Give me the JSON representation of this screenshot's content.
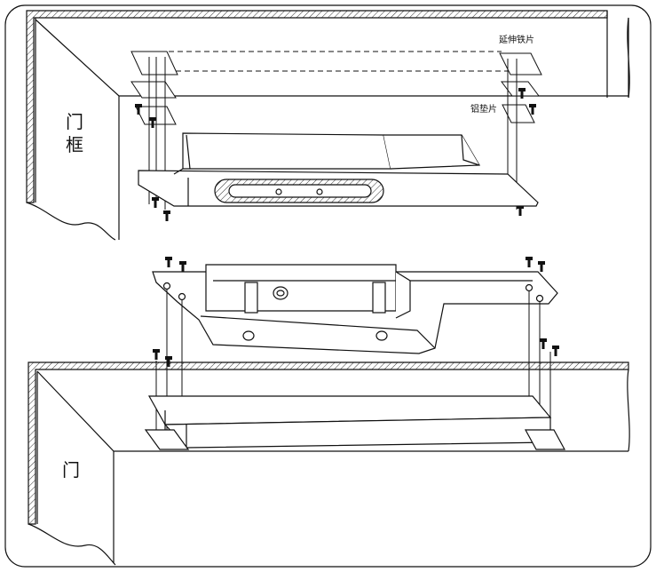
{
  "labels": {
    "door_frame_line1": "门",
    "door_frame_line2": "框",
    "door": "门",
    "extension_plate": "延伸铁片",
    "aluminum_shim": "铝垫片"
  },
  "colors": {
    "stroke": "#111111",
    "hatch": "#333333",
    "background": "#ffffff"
  }
}
